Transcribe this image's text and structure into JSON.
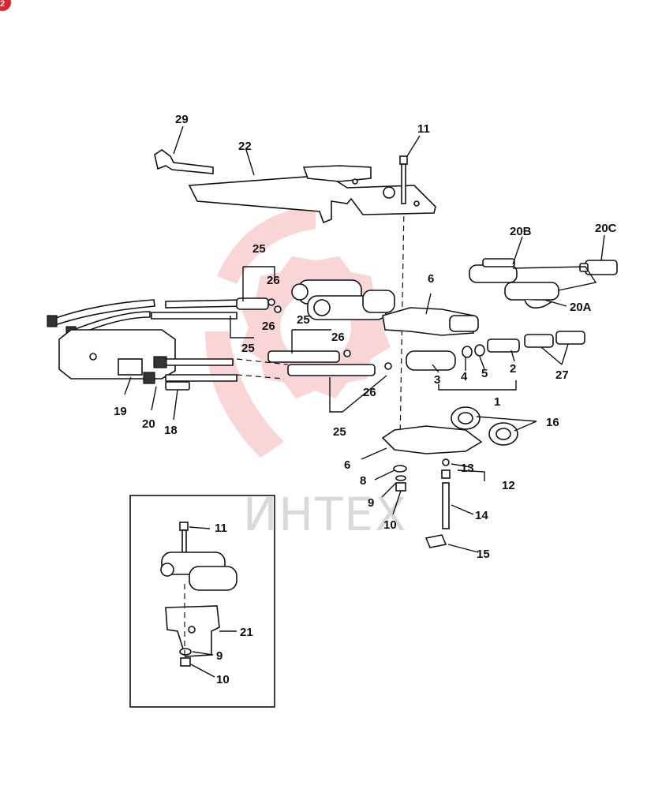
{
  "corner_badge": "2",
  "watermark": "ИНТЕХ",
  "callouts": {
    "c29": "29",
    "c22": "22",
    "c11a": "11",
    "c20b": "20B",
    "c20c": "20C",
    "c20a": "20A",
    "c25a": "25",
    "c26a": "26",
    "c26b": "26",
    "c25b": "25",
    "c25c": "25",
    "c26c": "26",
    "c6a": "6",
    "c3": "3",
    "c4": "4",
    "c5": "5",
    "c2": "2",
    "c27": "27",
    "c1": "1",
    "c26d": "26",
    "c25d": "25",
    "c19": "19",
    "c20": "20",
    "c18": "18",
    "c16": "16",
    "c6b": "6",
    "c8": "8",
    "c9a": "9",
    "c10a": "10",
    "c13": "13",
    "c12": "12",
    "c14": "14",
    "c15": "15",
    "c11b": "11",
    "c21": "21",
    "c9b": "9",
    "c10b": "10"
  }
}
